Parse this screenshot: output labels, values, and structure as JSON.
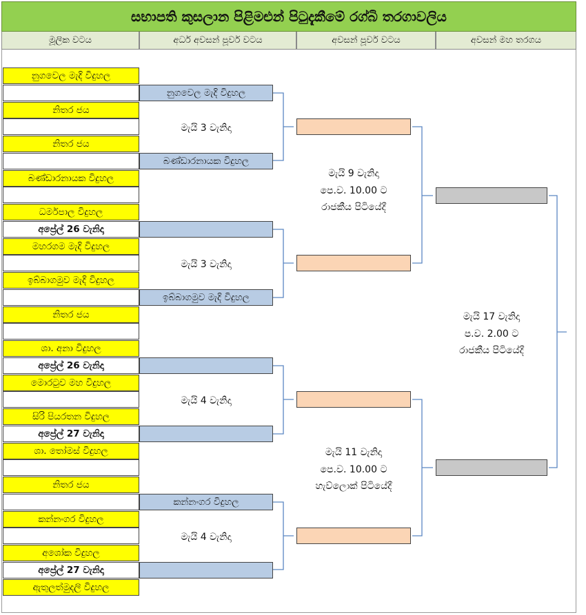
{
  "title": "සභාපති කුසලාන පිළිමළුන් පිටුදැකීමේ රග්බි තරගාවලිය",
  "rounds": [
    "මූලික  වටය",
    "අර්ධ අවසන් පූර්ව වටය",
    "අවසන් පූර්ව වටය",
    "අවසන් මහ තරගය"
  ],
  "first_round": [
    "නුගවෙල මැදි විදුහල",
    "",
    "නිතර ජය",
    "",
    "නිතර ජය",
    "",
    "බණ්ඩාරනායක විදුහල",
    "",
    "ධර්මපාල විදුහල",
    "අප්‍රේල් 26 වැනිදා",
    "මහරගම මැදි විදුහල",
    "",
    "ඉබ්බාගමුව මැදි විදුහල",
    "",
    "නිතර ජය",
    "",
    "ශා. අනා විදුහල",
    "අප්‍රේල් 26 වැනිදා",
    "මොරටුව මහ විදුහල",
    "",
    "සිරි පියරතන විදුහල",
    "අප්‍රේල් 27 වැනිදා",
    "ශා. තෝමස් විදුහල",
    "",
    "නිතර ජය",
    "",
    "කන්නංගර විදුහල",
    "",
    "අශෝක විදුහල",
    "අප්‍රේල් 27 වැනිදා",
    "ඇතුලත්මුදලි විදුහල"
  ],
  "second_round": [
    "නුගවෙල මැදි විදුහල",
    "බණ්ඩාරනායක විදුහල",
    "",
    "ඉබ්බාගමුව මැදි විදුහල",
    "",
    "",
    "කන්නංගර විදුහල",
    ""
  ],
  "second_round_dates": [
    "මැයි 3 වැනිදා",
    "මැයි 3 වැනිදා",
    "මැයි 4 වැනිදා",
    "මැයි 4 වැනිදා"
  ],
  "quarter_final": [
    "",
    "",
    "",
    ""
  ],
  "quarter_final_notes": [
    [
      "මැයි 9 වැනිදා",
      "පෙ.ව. 10.00 ට",
      "රාජකීය පිටියේදී"
    ],
    [
      "මැයි 11 වැනිදා",
      "පෙ.ව. 10.00 ට",
      "හැව්ලොක් පිටියේදී"
    ]
  ],
  "final": [
    "",
    ""
  ],
  "final_note": [
    "මැයි 17 වැනිදා",
    "ප.ව. 2.00 ට",
    "රාජකීය පිටියේදී"
  ],
  "colors": {
    "title_bg": "#93d050",
    "header_bg": "#e3ebd3",
    "first_round_team": "#ffff00",
    "second_round_slot": "#b8cce4",
    "quarter_final_slot": "#fbd5b5",
    "final_slot": "#c8c8c8",
    "connector": "#5b86c2"
  }
}
